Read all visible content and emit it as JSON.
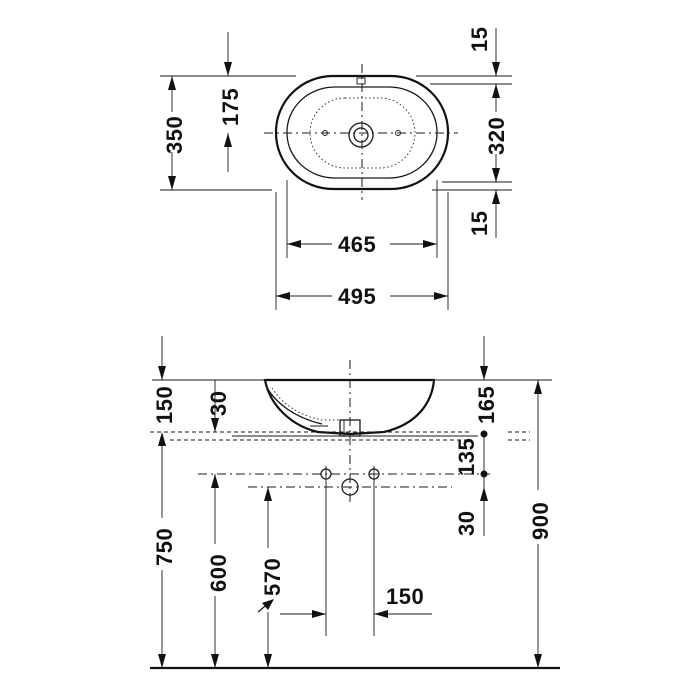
{
  "dims": {
    "width_outer": "495",
    "width_inner": "465",
    "depth_outer": "350",
    "depth_inner": "320",
    "depth_center": "175",
    "rim_top": "15",
    "rim_bottom": "15",
    "bowl_height": "150",
    "rim_depth": "30",
    "bowl_height_right": "165",
    "drain_height": "135",
    "drain_offset": "30",
    "counter_height": "900",
    "height_750": "750",
    "height_600": "600",
    "height_570": "570",
    "spacing_150": "150"
  },
  "colors": {
    "line": "#111111",
    "background": "#ffffff"
  }
}
